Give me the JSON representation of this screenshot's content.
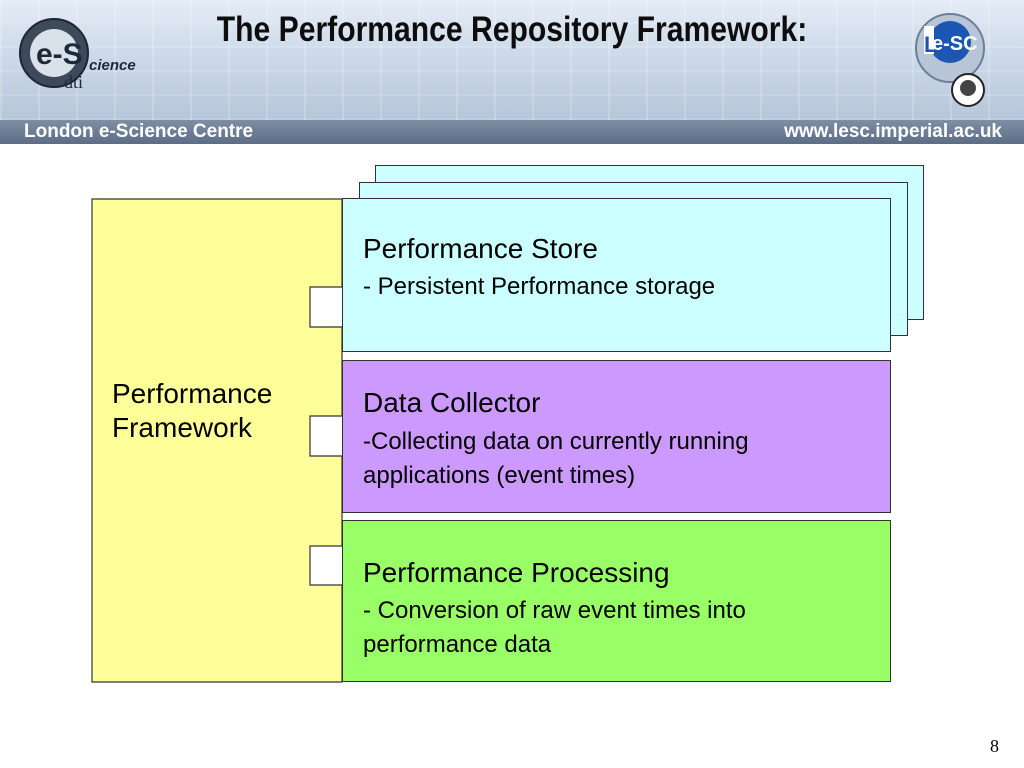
{
  "header": {
    "title": "The Performance Repository Framework:",
    "banner_left": "London e-Science Centre",
    "banner_right": "www.lesc.imperial.ac.uk",
    "logo_left_text": "e-Science dti",
    "logo_right_text": "Le-SC"
  },
  "diagram": {
    "framework": {
      "label_line1": "Performance",
      "label_line2": "Framework"
    },
    "store": {
      "title": "Performance Store",
      "desc": "- Persistent Performance storage"
    },
    "collector": {
      "title": "Data Collector",
      "desc_line1": "-Collecting data on currently running",
      "desc_line2": "applications (event times)"
    },
    "processing": {
      "title": "Performance Processing",
      "desc_line1": "- Conversion of raw event times into",
      "desc_line2": "performance data"
    }
  },
  "footer": {
    "page_number": "8"
  },
  "colors": {
    "framework": "#ffff99",
    "store": "#ccffff",
    "collector": "#cc99ff",
    "processing": "#99ff66"
  }
}
